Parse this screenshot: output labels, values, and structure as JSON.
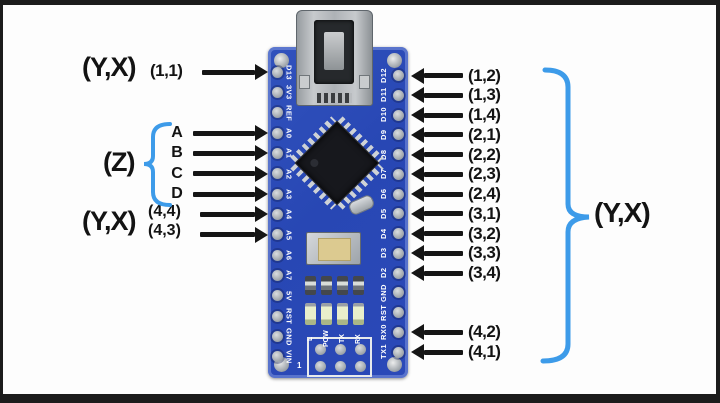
{
  "diagram": {
    "colors": {
      "pcb_blue": "#2847b4",
      "bracket_blue": "#3d9be9",
      "arrow_black": "#151515",
      "chip_black": "#17181d",
      "button_tan": "#dcca90",
      "led_yellow": "#e9efcb",
      "pin_silver": "#a4aab0"
    },
    "board": {
      "left_pins": [
        "D13",
        "3V3",
        "REF",
        "A0",
        "A1",
        "A2",
        "A3",
        "A4",
        "A5",
        "A6",
        "A7",
        "5V",
        "RST",
        "GND",
        "VIN"
      ],
      "right_pins": [
        "D12",
        "D11",
        "D10",
        "D9",
        "D8",
        "D7",
        "D6",
        "D5",
        "D4",
        "D3",
        "D2",
        "GND",
        "RST",
        "RX0",
        "TX1"
      ],
      "led_labels": [
        "L",
        "POW",
        "TX",
        "RX"
      ],
      "pin1_marker": "1"
    },
    "left_annotations": {
      "row1": {
        "prefix": "(Y,X)",
        "label": "(1,1)",
        "pin": 0
      },
      "z_group": {
        "prefix": "(Z)",
        "items": [
          {
            "label": "A",
            "pin": 3
          },
          {
            "label": "B",
            "pin": 4
          },
          {
            "label": "C",
            "pin": 5
          },
          {
            "label": "D",
            "pin": 6
          }
        ]
      },
      "row4": {
        "prefix": "(Y,X)",
        "items": [
          {
            "label": "(4,4)",
            "pin": 7
          },
          {
            "label": "(4,3)",
            "pin": 8
          }
        ]
      }
    },
    "right_annotations": {
      "bracket_label": "(Y,X)",
      "items": [
        {
          "label": "(1,2)",
          "pin": 0
        },
        {
          "label": "(1,3)",
          "pin": 1
        },
        {
          "label": "(1,4)",
          "pin": 2
        },
        {
          "label": "(2,1)",
          "pin": 3
        },
        {
          "label": "(2,2)",
          "pin": 4
        },
        {
          "label": "(2,3)",
          "pin": 5
        },
        {
          "label": "(2,4)",
          "pin": 6
        },
        {
          "label": "(3,1)",
          "pin": 7
        },
        {
          "label": "(3,2)",
          "pin": 8
        },
        {
          "label": "(3,3)",
          "pin": 9
        },
        {
          "label": "(3,4)",
          "pin": 10
        },
        {
          "label": "(4,2)",
          "pin": 13
        },
        {
          "label": "(4,1)",
          "pin": 14
        }
      ]
    }
  }
}
